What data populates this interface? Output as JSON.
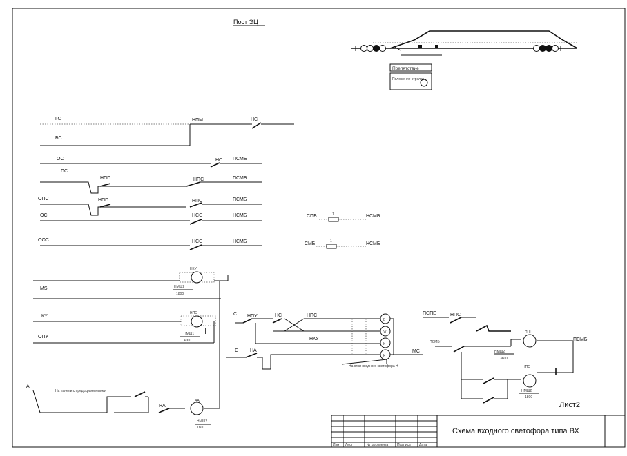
{
  "header": {
    "post_title": "Пост ЭЦ"
  },
  "track_plan": {
    "signal_label": "Препятствие Н",
    "note_label": "Положение стрелок"
  },
  "lines": {
    "GS": "ГС",
    "BS": "БС",
    "OS": "ОС",
    "PS": "ПС",
    "OPS": "ОПС",
    "QS": "ОС",
    "OOS": "ООС",
    "MS": "МS",
    "KU": "КУ",
    "OPU": "ОПУ",
    "A": "А"
  },
  "relays": {
    "NPM": "НПМ",
    "NS": "НС",
    "NPP1": "НПП",
    "NPP2": "НПП",
    "NPS1": "НПС",
    "NPS2": "НПС",
    "NSS1": "НСС",
    "NSS2": "НСС",
    "NPU": "НПУ",
    "NA": "НА",
    "NKU": "НКУ",
    "AA": "АА"
  },
  "wires": {
    "PSMB1": "ПСМБ",
    "PSMB2": "ПСМБ",
    "PSMB3": "ПСМБ",
    "PSMB4": "ПСМБ",
    "NSMB1": "НСМБ",
    "NSMB2": "НСМБ",
    "MS": "МС",
    "SPB": "СПБ",
    "SMB": "СМБ",
    "NSMB3": "НСМБ",
    "NSMB4": "НСМБ",
    "PSMB_R": "ПСМБ",
    "PSPE": "ПСПЕ"
  },
  "devices": {
    "relay_type1": "НМШ2",
    "relay_type2": "НМШ1",
    "relay_type3": "НМШ2",
    "relay_type4": "НМШ2",
    "relay_type5": "НМШ2",
    "relay_res1": "1800",
    "relay_res2": "4000",
    "relay_res3": "1800",
    "relay_res4": "3600",
    "relay_res5": "1800"
  },
  "annotations": {
    "lamp_note": "На огни входного светофора Н",
    "panel_note": "На панели с предохранителями",
    "lamps": [
      "Б",
      "Ж",
      "К",
      "К"
    ],
    "fuse_label": "1"
  },
  "title_block": {
    "title": "Схема входного светофора типа ВХ",
    "sheet": "Лист2",
    "cols": [
      "Изм",
      "Лист",
      "№ документа",
      "Подпись",
      "Дата"
    ]
  }
}
